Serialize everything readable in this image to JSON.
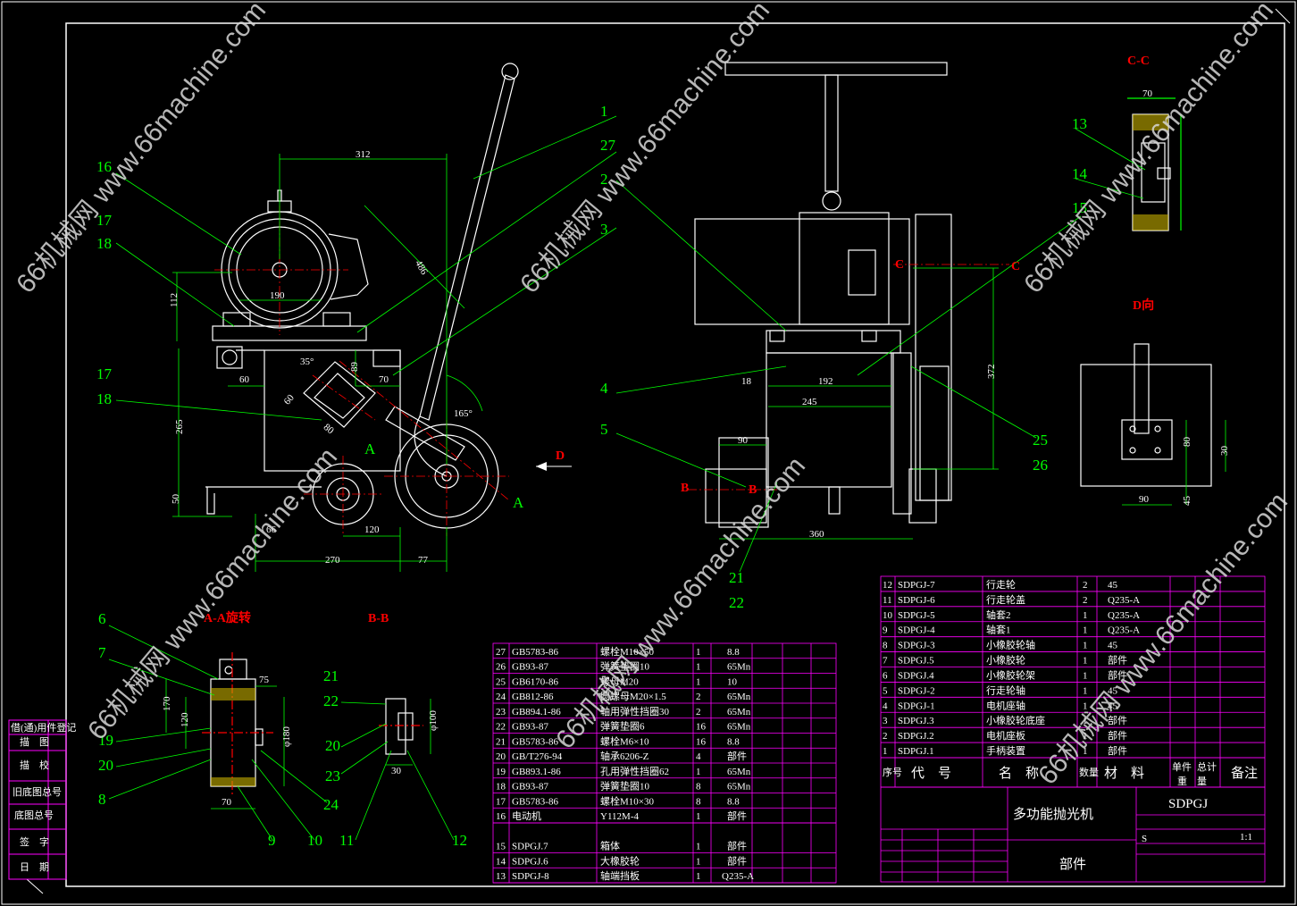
{
  "drawing": {
    "title_main": "多功能抛光机",
    "code": "SDPGJ",
    "part_label": "部件",
    "scale": "1:1",
    "stage": "S"
  },
  "section_labels": {
    "aa": "A-A旋转",
    "bb": "B-B",
    "cc": "C-C",
    "d_view": "D向",
    "a1": "A",
    "a2": "A",
    "b1": "B",
    "b2": "B",
    "c1": "C",
    "c2": "C",
    "d": "D"
  },
  "dimensions": {
    "d312": "312",
    "d190": "190",
    "d112": "112",
    "d486": "486",
    "d89": "89",
    "d70a": "70",
    "d60a": "60",
    "d60b": "60",
    "d80": "80",
    "d35": "35°",
    "d165": "165°",
    "d265": "265",
    "d50": "50",
    "d66": "66",
    "d120": "120",
    "d270": "270",
    "d77": "77",
    "d18": "18",
    "d192": "192",
    "d245": "245",
    "d90a": "90",
    "d360": "360",
    "d372": "372",
    "d70cc": "70",
    "d80d": "80",
    "d30d": "30",
    "d90d": "90",
    "d45d": "45",
    "d75": "75",
    "d170": "170",
    "d120b": "120",
    "d180": "φ180",
    "d70aa": "70",
    "d100": "φ100",
    "d30bb": "30"
  },
  "callouts": [
    "1",
    "27",
    "2",
    "3",
    "16",
    "17",
    "18",
    "17",
    "18",
    "4",
    "5",
    "15",
    "25",
    "26",
    "13",
    "14",
    "21",
    "22",
    "6",
    "7",
    "19",
    "20",
    "8",
    "9",
    "10",
    "11",
    "12",
    "21",
    "22",
    "20",
    "23",
    "24"
  ],
  "bom_left": [
    {
      "no": "27",
      "code": "GB5783-86",
      "name": "螺栓M10×50",
      "qty": "1",
      "mat": "8.8",
      "note": ""
    },
    {
      "no": "26",
      "code": "GB93-87",
      "name": "弹簧垫圈10",
      "qty": "1",
      "mat": "65Mn",
      "note": ""
    },
    {
      "no": "25",
      "code": "GB6170-86",
      "name": "螺母M20",
      "qty": "1",
      "mat": "10",
      "note": ""
    },
    {
      "no": "24",
      "code": "GB812-86",
      "name": "圆螺母M20×1.5",
      "qty": "2",
      "mat": "65Mn",
      "note": ""
    },
    {
      "no": "23",
      "code": "GB894.1-86",
      "name": "轴用弹性挡圈30",
      "qty": "2",
      "mat": "65Mn",
      "note": ""
    },
    {
      "no": "22",
      "code": "GB93-87",
      "name": "弹簧垫圈6",
      "qty": "16",
      "mat": "65Mn",
      "note": ""
    },
    {
      "no": "21",
      "code": "GB5783-86",
      "name": "螺栓M6×10",
      "qty": "16",
      "mat": "8.8",
      "note": ""
    },
    {
      "no": "20",
      "code": "GB/T276-94",
      "name": "轴承6206-Z",
      "qty": "4",
      "mat": "部件",
      "note": ""
    },
    {
      "no": "19",
      "code": "GB893.1-86",
      "name": "孔用弹性挡圈62",
      "qty": "1",
      "mat": "65Mn",
      "note": ""
    },
    {
      "no": "18",
      "code": "GB93-87",
      "name": "弹簧垫圈10",
      "qty": "8",
      "mat": "65Mn",
      "note": ""
    },
    {
      "no": "17",
      "code": "GB5783-86",
      "name": "螺栓M10×30",
      "qty": "8",
      "mat": "8.8",
      "note": ""
    },
    {
      "no": "16",
      "code": "电动机",
      "name": "Y112M-4",
      "qty": "1",
      "mat": "部件",
      "note": ""
    },
    {
      "no": "15",
      "code": "SDPGJ.7",
      "name": "箱体",
      "qty": "1",
      "mat": "部件",
      "note": ""
    },
    {
      "no": "14",
      "code": "SDPGJ.6",
      "name": "大橡胶轮",
      "qty": "1",
      "mat": "部件",
      "note": ""
    },
    {
      "no": "13",
      "code": "SDPGJ-8",
      "name": "轴端挡板",
      "qty": "1",
      "mat": "Q235-A",
      "note": ""
    }
  ],
  "bom_right": [
    {
      "no": "12",
      "code": "SDPGJ-7",
      "name": "行走轮",
      "qty": "2",
      "mat": "45"
    },
    {
      "no": "11",
      "code": "SDPGJ-6",
      "name": "行走轮盖",
      "qty": "2",
      "mat": "Q235-A"
    },
    {
      "no": "10",
      "code": "SDPGJ-5",
      "name": "轴套2",
      "qty": "1",
      "mat": "Q235-A"
    },
    {
      "no": "9",
      "code": "SDPGJ-4",
      "name": "轴套1",
      "qty": "1",
      "mat": "Q235-A"
    },
    {
      "no": "8",
      "code": "SDPGJ-3",
      "name": "小橡胶轮轴",
      "qty": "1",
      "mat": "45"
    },
    {
      "no": "7",
      "code": "SDPGJ.5",
      "name": "小橡胶轮",
      "qty": "1",
      "mat": "部件"
    },
    {
      "no": "6",
      "code": "SDPGJ.4",
      "name": "小橡胶轮架",
      "qty": "1",
      "mat": "部件"
    },
    {
      "no": "5",
      "code": "SDPGJ-2",
      "name": "行走轮轴",
      "qty": "1",
      "mat": "45"
    },
    {
      "no": "4",
      "code": "SDPGJ-1",
      "name": "电机座轴",
      "qty": "1",
      "mat": "45"
    },
    {
      "no": "3",
      "code": "SDPGJ.3",
      "name": "小橡胶轮底座",
      "qty": "1",
      "mat": "部件"
    },
    {
      "no": "2",
      "code": "SDPGJ.2",
      "name": "电机座板",
      "qty": "1",
      "mat": "部件"
    },
    {
      "no": "1",
      "code": "SDPGJ.1",
      "name": "手柄装置",
      "qty": "1",
      "mat": "部件"
    }
  ],
  "bom_header": {
    "no": "序号",
    "code": "代　号",
    "name": "名　称",
    "qty": "数量",
    "mat": "材　料",
    "unit": "单件",
    "total": "总计",
    "weight": "重　量",
    "note": "备注"
  },
  "side_stamps": [
    "借(通)用件登记",
    "描　图",
    "描　校",
    "旧底图总号",
    "底图总号",
    "签　字",
    "日　期"
  ],
  "watermark": "66机械网 www.66machine.com",
  "colors": {
    "drawing": "#ffffff",
    "labels": "#00ff00",
    "section": "#ff0000",
    "table": "#ff00ff",
    "motor": "#ffffff"
  }
}
